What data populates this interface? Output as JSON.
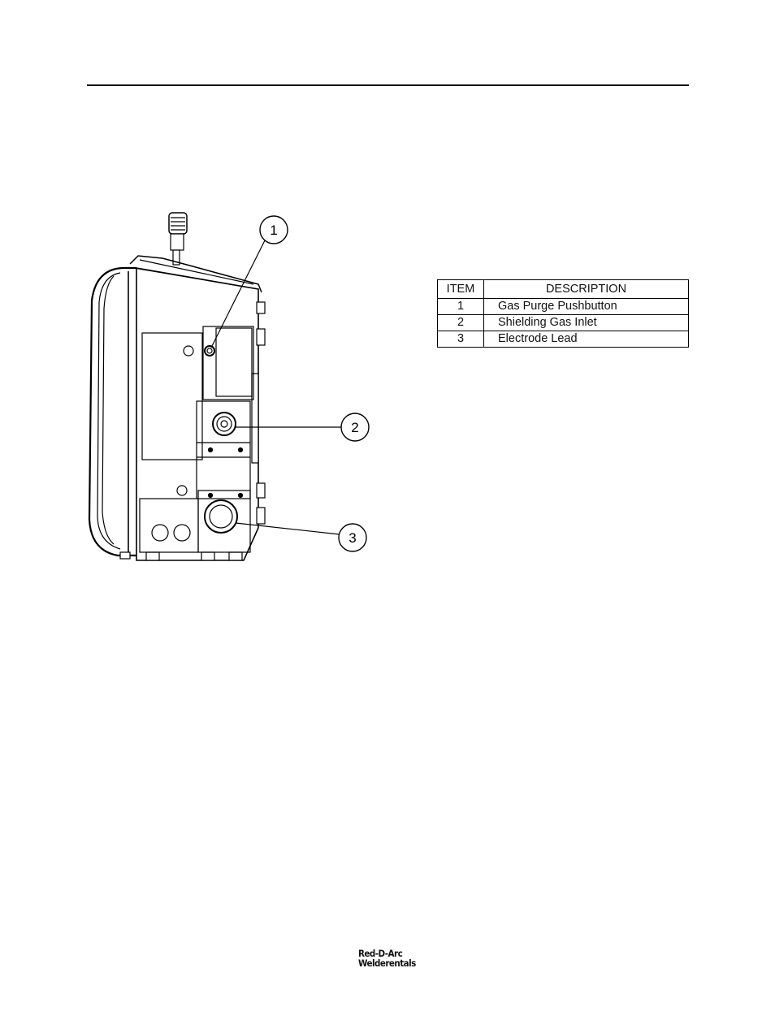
{
  "figure": {
    "callouts": [
      "1",
      "2",
      "3"
    ]
  },
  "parts_table": {
    "headers": [
      "ITEM",
      "DESCRIPTION"
    ],
    "rows": [
      {
        "item": "1",
        "description": "Gas Purge Pushbutton"
      },
      {
        "item": "2",
        "description": "Shielding Gas Inlet"
      },
      {
        "item": "3",
        "description": "Electrode Lead"
      }
    ]
  },
  "footer": {
    "logo_line1": "Red-D-Arc",
    "logo_line2": "Welderentals"
  }
}
